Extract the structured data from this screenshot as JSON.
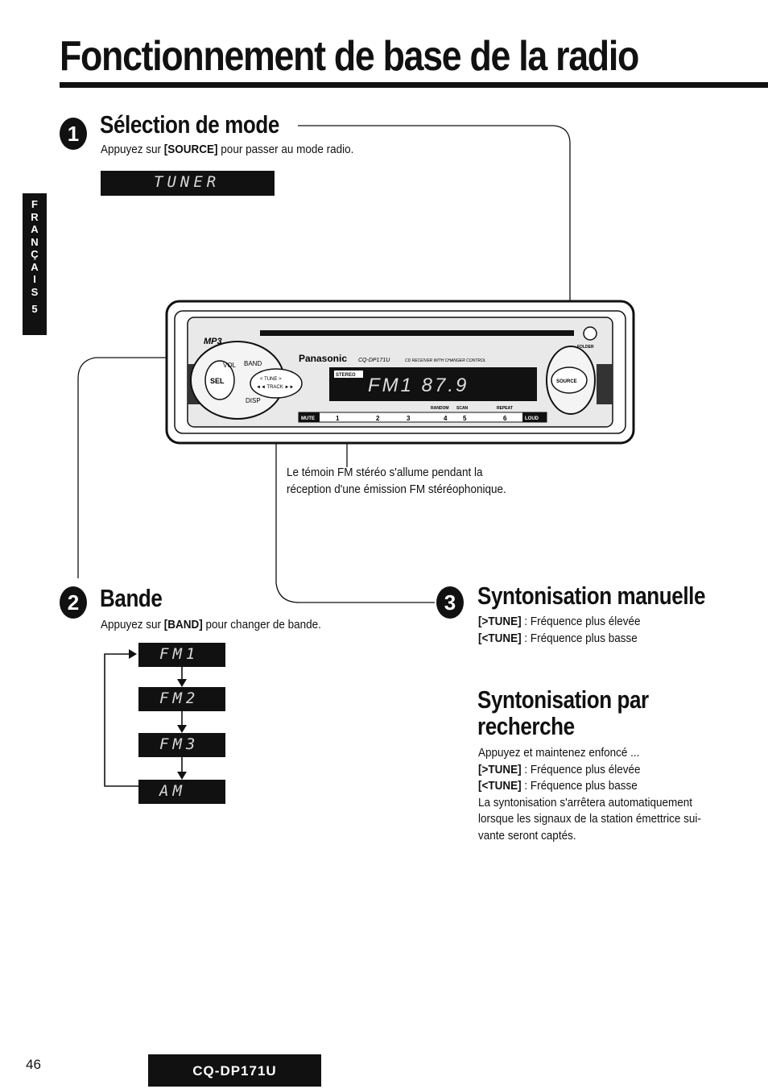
{
  "page_title": "Fonctionnement de base de la radio",
  "side_tab": {
    "letters": [
      "F",
      "R",
      "A",
      "N",
      "Ç",
      "A",
      "I",
      "S"
    ],
    "chapter": "5"
  },
  "section1": {
    "number": "1",
    "heading": "Sélection de mode",
    "text_pre": "Appuyez sur ",
    "key": "[SOURCE]",
    "text_post": " pour passer au mode radio.",
    "display": "TUNER"
  },
  "device": {
    "brand": "Panasonic",
    "model": "CQ-DP171U",
    "subtitle": "CD RECEIVER WITH CHANGER CONTROL",
    "display_text": "FM1  87.9",
    "stereo": "STEREO",
    "labels": {
      "mp3": "MP3",
      "band": "BAND",
      "vol": "VOL",
      "sel": "SEL",
      "disp": "DISP",
      "tune": "< TUNE >",
      "track": "◄◄ TRACK ►►",
      "source": "SOURCE",
      "folder": "FOLDER",
      "mute": "MUTE",
      "random": "RANDOM",
      "scan": "SCAN",
      "repeat": "REPEAT",
      "loud": "LOUD"
    },
    "presets": [
      "1",
      "2",
      "3",
      "4",
      "5",
      "6"
    ]
  },
  "stereo_callout": {
    "line1": "Le témoin FM stéréo s'allume pendant la",
    "line2": "réception d'une émission FM stéréophonique."
  },
  "section2": {
    "number": "2",
    "heading": "Bande",
    "text_pre": "Appuyez sur ",
    "key": "[BAND]",
    "text_post": " pour changer de bande.",
    "bands": [
      "FM1",
      "FM2",
      "FM3",
      "AM"
    ]
  },
  "section3": {
    "number": "3",
    "heading": "Syntonisation manuelle",
    "line1_key": "[>TUNE]",
    "line1_text": " : Fréquence plus élevée",
    "line2_key": "[<TUNE]",
    "line2_text": " : Fréquence plus basse"
  },
  "section4": {
    "heading_line1": "Syntonisation par",
    "heading_line2": "recherche",
    "intro": "Appuyez et maintenez enfoncé ...",
    "line1_key": "[>TUNE]",
    "line1_text": " : Fréquence plus élevée",
    "line2_key": "[<TUNE]",
    "line2_text": " : Fréquence plus basse",
    "para": [
      "La syntonisation s'arrêtera automatiquement",
      "lorsque les signaux de la station émettrice sui-",
      "vante seront captés."
    ]
  },
  "footer": {
    "page_number": "46",
    "model": "CQ-DP171U"
  }
}
